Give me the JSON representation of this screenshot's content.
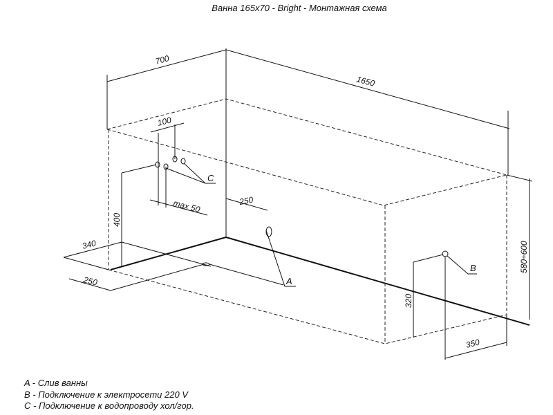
{
  "title": "Ванна 165x70 - Bright - Монтажная схема",
  "dimensions": {
    "width": "700",
    "length": "1650",
    "height": "580÷600",
    "pipe_spacing": "100",
    "pipe_max": "max 50",
    "drain_offset": "250",
    "pipe_height": "400",
    "side_340": "340",
    "side_250": "250",
    "socket_height": "320",
    "socket_offset": "350"
  },
  "markers": {
    "a": "A",
    "b": "B",
    "c": "C"
  },
  "legend": [
    "A - Слив ванны",
    "B - Подключение к электросети 220 V",
    "C - Подключение к водопроводу хол/гор."
  ]
}
